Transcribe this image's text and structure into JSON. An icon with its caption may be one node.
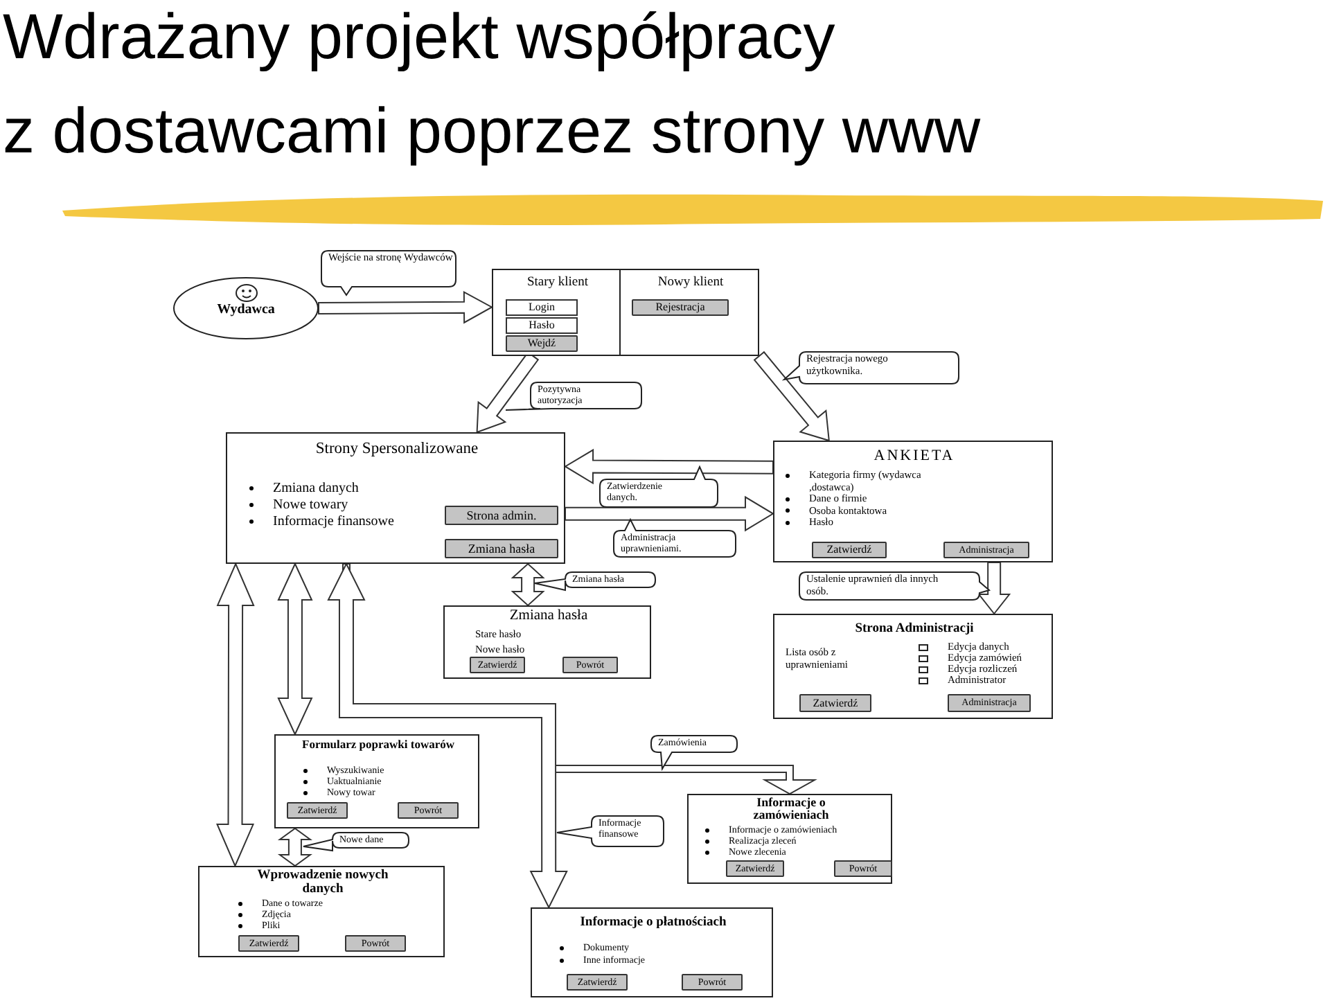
{
  "diagram": {
    "title": "Wdrażany projekt współpracy z dostawcami poprzez strony www",
    "nodes": [
      {
        "text": [
          "Wydawca"
        ]
      },
      {
        "text": [
          "Stary klient"
        ]
      },
      {
        "text": [
          "Login"
        ],
        "in": 1
      },
      {
        "text": [
          "Hasło"
        ],
        "in": 1
      },
      {
        "text": [
          "Wejdź"
        ],
        "in": 1
      },
      {
        "text": [
          "Nowy klient"
        ]
      },
      {
        "text": [
          "Rejestracja"
        ],
        "in": 5
      },
      {
        "text": [
          "Strony Spersonalizowane",
          "Zmiana danych",
          "Nowe towary",
          "Informacje finansowe"
        ]
      },
      {
        "text": [
          "Strona admin."
        ],
        "in": 7
      },
      {
        "text": [
          "Zmiana hasła"
        ],
        "in": 7
      },
      {
        "text": [
          "ANKIETA",
          "Kategoria firmy (wydawca ,dostawca)",
          "Dane o firmie",
          "Osoba kontaktowa",
          "Hasło"
        ]
      },
      {
        "text": [
          "Zatwierdź"
        ],
        "in": 10
      },
      {
        "text": [
          "Administracja"
        ],
        "in": 10
      },
      {
        "text": [
          "Zmiana hasła",
          "Stare hasło",
          "Nowe hasło"
        ]
      },
      {
        "text": [
          "Zatwierdź"
        ],
        "in": 13
      },
      {
        "text": [
          "Powrót"
        ],
        "in": 13
      },
      {
        "text": [
          "Strona Administracji",
          "Lista osób z uprawnieniami",
          "Edycja danych",
          "Edycja zamówień",
          "Edycja rozliczeń",
          "Administrator"
        ]
      },
      {
        "text": [
          "Zatwierdź"
        ],
        "in": 16
      },
      {
        "text": [
          "Administracja"
        ],
        "in": 16
      },
      {
        "text": [
          "Formularz poprawki towarów",
          "Wyszukiwanie",
          "Uaktualnianie",
          "Nowy towar"
        ]
      },
      {
        "text": [
          "Zatwierdź"
        ],
        "in": 19
      },
      {
        "text": [
          "Powrót"
        ],
        "in": 19
      },
      {
        "text": [
          "Informacje o zamówieniach",
          "Informacje o zamówieniach",
          "Realizacja zleceń",
          "Nowe zlecenia"
        ]
      },
      {
        "text": [
          "Zatwierdź"
        ],
        "in": 22
      },
      {
        "text": [
          "Powrót"
        ],
        "in": 22
      },
      {
        "text": [
          "Wprowadzenie nowych danych",
          "Dane o towarze",
          "Zdjęcia",
          "Pliki"
        ]
      },
      {
        "text": [
          "Zatwierdź"
        ],
        "in": 25
      },
      {
        "text": [
          "Powrót"
        ],
        "in": 25
      },
      {
        "text": [
          "Informacje o płatnościach",
          "Dokumenty",
          "Inne informacje"
        ]
      },
      {
        "text": [
          "Zatwierdź"
        ],
        "in": 28
      },
      {
        "text": [
          "Powrót"
        ],
        "in": 28
      },
      {
        "text": [
          "Wejście na stronę Wydawców"
        ]
      },
      {
        "text": [
          "Pozytywna autoryzacja"
        ]
      },
      {
        "text": [
          "Rejestracja nowego użytkownika."
        ]
      },
      {
        "text": [
          "Zatwierdzenie danych."
        ]
      },
      {
        "text": [
          "Administracja uprawnieniami."
        ]
      },
      {
        "text": [
          "Zmiana hasła"
        ]
      },
      {
        "text": [
          "Ustalenie uprawnień dla innych osób."
        ]
      },
      {
        "text": [
          "Zamówienia"
        ]
      },
      {
        "text": [
          "Informacje finansowe"
        ]
      },
      {
        "text": [
          "Nowe dane"
        ]
      }
    ],
    "edges": [
      {
        "from": 0,
        "to": 1,
        "arrow": "to"
      },
      {
        "from": 1,
        "to": 7,
        "arrow": "to"
      },
      {
        "from": 5,
        "to": 10,
        "arrow": "to"
      },
      {
        "from": 10,
        "to": 7,
        "arrow": "to"
      },
      {
        "from": 7,
        "to": 10,
        "arrow": "to"
      },
      {
        "from": 10,
        "to": 16,
        "arrow": "to"
      },
      {
        "from": 7,
        "to": 13,
        "arrow": "both"
      },
      {
        "from": 7,
        "to": 25,
        "arrow": "both"
      },
      {
        "from": 7,
        "to": 19,
        "arrow": "both"
      },
      {
        "from": 7,
        "to": 28,
        "arrow": "both"
      },
      {
        "from": 7,
        "to": 22,
        "arrow": "to"
      },
      {
        "from": 19,
        "to": 25,
        "arrow": "both"
      }
    ]
  }
}
